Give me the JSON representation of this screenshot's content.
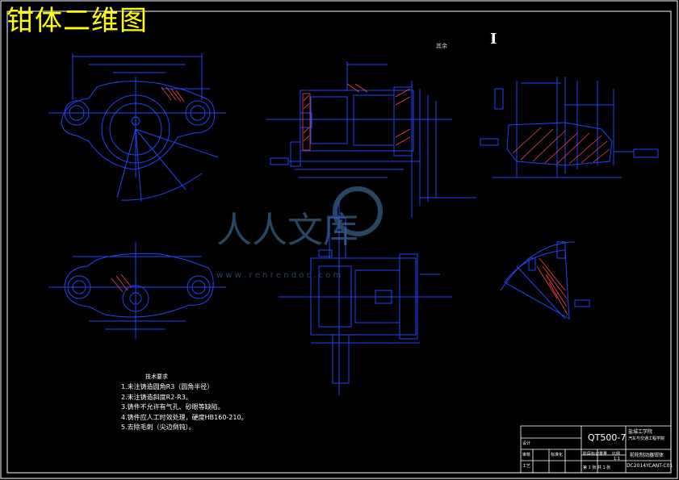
{
  "overlay_title": "钳体二维图",
  "sheet_mark": "I",
  "roughness_label": "其余",
  "technical_requirements": {
    "heading": "技术要求",
    "items": [
      "1.未注铸造圆角R3（圆角半径）",
      "2.未注铸造斜度R2-R3。",
      "3.铸件不允许有气孔、砂眼等缺陷。",
      "4.铸件应人工时效处理，硬度HB160-210。",
      "5.去除毛刺（尖边倒钝）。"
    ]
  },
  "title_block": {
    "material": "QT500-7",
    "school_line1": "盐城工学院",
    "school_line2": "汽车与交通工程学院",
    "part_name": "前轮制动器钳体",
    "drawing_no": "DC2014YCANT-C01",
    "sheet_info": "第 1 张  共 1 张",
    "label_designer": "设计",
    "label_check": "审核",
    "label_process": "工艺",
    "label_standard": "标准化",
    "label_stage": "阶段标记",
    "label_weight": "重量",
    "label_scale": "比例",
    "scale_value": "1:1"
  },
  "watermark": {
    "text": "人人文库",
    "url": "w w w . r e n r e n d o c . c o m"
  },
  "colors": {
    "background": "#000000",
    "frame": "#ffffff",
    "lines": "#2244ff",
    "hatch": "#ff4444",
    "overlay_title": "#ffff00"
  }
}
